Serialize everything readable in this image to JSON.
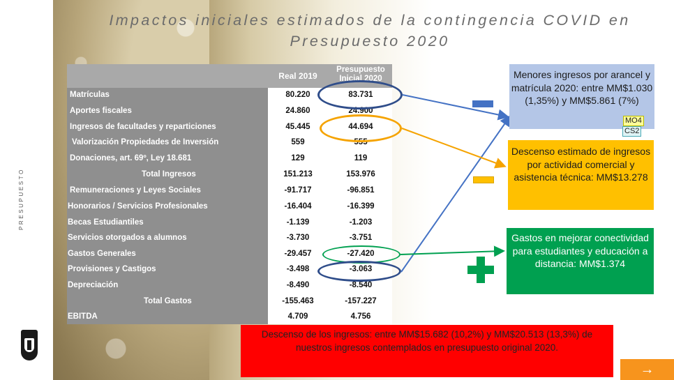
{
  "slide": {
    "title": "Impactos iniciales estimados de la contingencia COVID en Presupuesto 2020",
    "side_label": "PRESUPUESTO"
  },
  "table": {
    "header": [
      "Real 2019",
      "Presupuesto Inicial 2020"
    ],
    "rows": [
      {
        "label": "Matrículas",
        "real_2019": "80.220",
        "presupuesto_2020": "83.731"
      },
      {
        "label": "Aportes fiscales",
        "real_2019": "24.860",
        "presupuesto_2020": "24.900"
      },
      {
        "label": "Ingresos de facultades y reparticiones",
        "real_2019": "45.445",
        "presupuesto_2020": "44.694"
      },
      {
        "label": "Valorización Propiedades de Inversión",
        "real_2019": "559",
        "presupuesto_2020": "555"
      },
      {
        "label": "Donaciones, art. 69º, Ley 18.681",
        "real_2019": "129",
        "presupuesto_2020": "119"
      },
      {
        "label": "Total Ingresos",
        "real_2019": "151.213",
        "presupuesto_2020": "153.976"
      },
      {
        "label": "Remuneraciones y Leyes Sociales",
        "real_2019": "-91.717",
        "presupuesto_2020": "-96.851"
      },
      {
        "label": "Honorarios / Servicios Profesionales",
        "real_2019": "-16.404",
        "presupuesto_2020": "-16.399"
      },
      {
        "label": "Becas Estudiantiles",
        "real_2019": "-1.139",
        "presupuesto_2020": "-1.203"
      },
      {
        "label": "Servicios otorgados a alumnos",
        "real_2019": "-3.730",
        "presupuesto_2020": "-3.751"
      },
      {
        "label": "Gastos Generales",
        "real_2019": "-29.457",
        "presupuesto_2020": "-27.420"
      },
      {
        "label": "Provisiones y Castigos",
        "real_2019": "-3.498",
        "presupuesto_2020": "-3.063"
      },
      {
        "label": "Depreciación",
        "real_2019": "-8.490",
        "presupuesto_2020": "-8.540"
      },
      {
        "label": "Total Gastos",
        "real_2019": "-155.463",
        "presupuesto_2020": "-157.227"
      },
      {
        "label": "EBITDA",
        "real_2019": "4.709",
        "presupuesto_2020": "4.756"
      }
    ]
  },
  "callouts": {
    "blue": "Menores ingresos por arancel y matrícula 2020: entre MM$1.030 (1,35%) y MM$5.861 (7%)",
    "gold": "Descenso estimado de ingresos por actividad comercial y asistencia técnica: MM$13.278",
    "green": "Gastos en mejorar conectividad para estudiantes y educación a distancia: MM$1.374",
    "red": "Descenso de los ingresos: entre MM$15.682 (10,2%) y  MM$20.513 (13,3%) de nuestros ingresos contemplados en presupuesto original 2020."
  },
  "comment_tags": [
    "MO4",
    "CS2"
  ],
  "next_button": "→",
  "colors": {
    "blue": "#4472c4",
    "blue_box": "#b4c6e7",
    "gold": "#ffc000",
    "green": "#00a050",
    "red": "#ff0000",
    "oval_dark": "#2f4d8a",
    "orange_button": "#f7941d"
  },
  "icons": [
    "minus-blue-icon",
    "minus-gold-icon",
    "plus-green-icon",
    "arrow-right-icon",
    "university-crest-icon"
  ]
}
